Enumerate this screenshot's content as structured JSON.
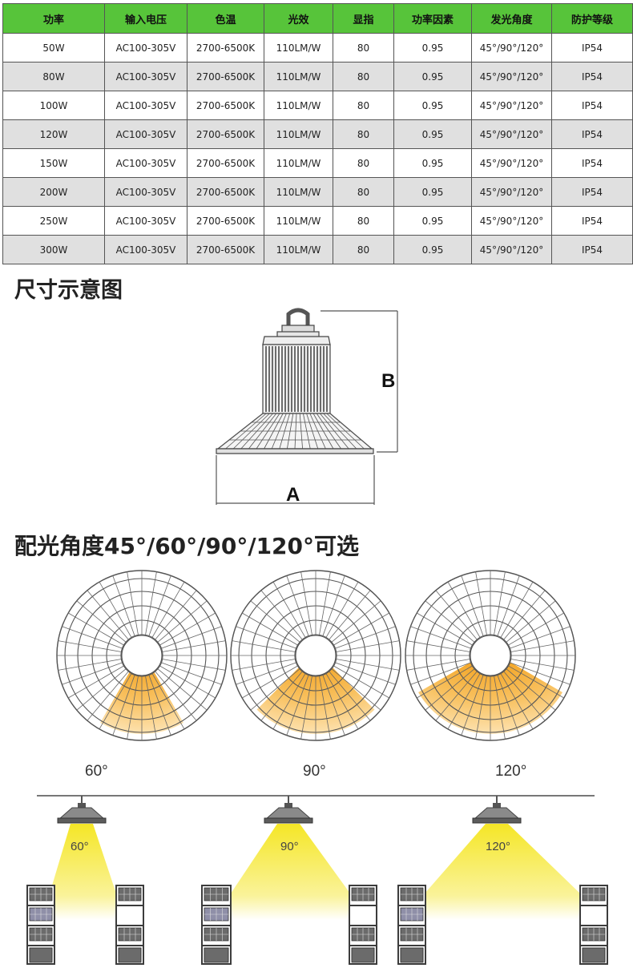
{
  "table": {
    "headers": [
      "功率",
      "输入电压",
      "色温",
      "光效",
      "显指",
      "功率因素",
      "发光角度",
      "防护等级"
    ],
    "rows": [
      [
        "50W",
        "AC100-305V",
        "2700-6500K",
        "110LM/W",
        "80",
        "0.95",
        "45°/90°/120°",
        "IP54"
      ],
      [
        "80W",
        "AC100-305V",
        "2700-6500K",
        "110LM/W",
        "80",
        "0.95",
        "45°/90°/120°",
        "IP54"
      ],
      [
        "100W",
        "AC100-305V",
        "2700-6500K",
        "110LM/W",
        "80",
        "0.95",
        "45°/90°/120°",
        "IP54"
      ],
      [
        "120W",
        "AC100-305V",
        "2700-6500K",
        "110LM/W",
        "80",
        "0.95",
        "45°/90°/120°",
        "IP54"
      ],
      [
        "150W",
        "AC100-305V",
        "2700-6500K",
        "110LM/W",
        "80",
        "0.95",
        "45°/90°/120°",
        "IP54"
      ],
      [
        "200W",
        "AC100-305V",
        "2700-6500K",
        "110LM/W",
        "80",
        "0.95",
        "45°/90°/120°",
        "IP54"
      ],
      [
        "250W",
        "AC100-305V",
        "2700-6500K",
        "110LM/W",
        "80",
        "0.95",
        "45°/90°/120°",
        "IP54"
      ],
      [
        "300W",
        "AC100-305V",
        "2700-6500K",
        "110LM/W",
        "80",
        "0.95",
        "45°/90°/120°",
        "IP54"
      ]
    ]
  },
  "dimension": {
    "title": "尺寸示意图",
    "width_label": "A",
    "height_label": "B"
  },
  "beam": {
    "title": "配光角度45°/60°/90°/120°可选",
    "polar_angles": [
      60,
      90,
      120
    ],
    "labels": [
      "60°",
      "90°",
      "120°"
    ]
  },
  "colors": {
    "header_bg": "#57c43a",
    "even_row_bg": "#e0e0e0",
    "beam_orange": "#f5a623",
    "beam_yellow": "#f7ee3a"
  }
}
